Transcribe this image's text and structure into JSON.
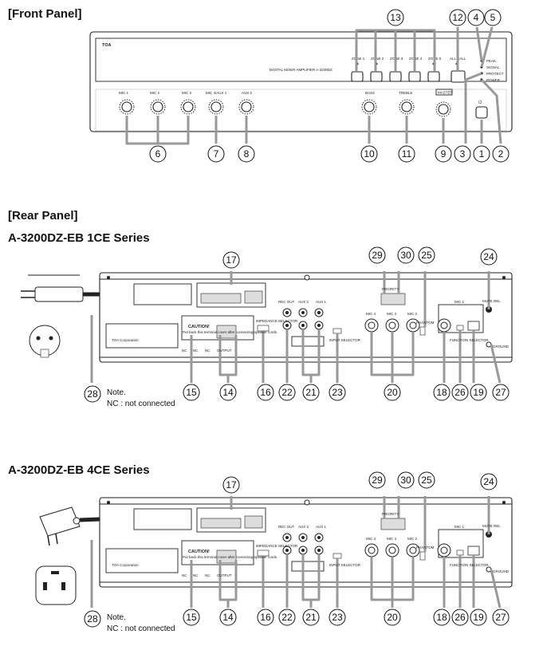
{
  "front_heading": "[Front Panel]",
  "rear_heading": "[Rear Panel]",
  "series_1ce": "A-3200DZ-EB 1CE Series",
  "series_4ce": "A-3200DZ-EB 4CE Series",
  "note_title": "Note.",
  "note_nc": "NC :  not connected",
  "front": {
    "brand": "TOA",
    "model": "DIGITAL MIXER AMPLIFIER  A-3248DZ",
    "zone_labels": [
      "ZONE 1",
      "ZONE 2",
      "ZONE 3",
      "ZONE 4",
      "ZONE 5"
    ],
    "all_call": "ALL CALL",
    "indicators": [
      "PEAK",
      "SIGNAL",
      "PROTECT",
      "POWER"
    ],
    "knob_labels": [
      "MIC 1",
      "MIC 2",
      "MIC 3",
      "MIC 4/AUX 1",
      "AUX 2",
      "BASS",
      "TREBLE",
      "MASTER"
    ],
    "callouts": [
      "13",
      "12",
      "4",
      "5",
      "6",
      "7",
      "8",
      "10",
      "11",
      "9",
      "3",
      "1",
      "2"
    ]
  },
  "rear": {
    "caution": "CAUTION!",
    "caution_text": "Put back this terminal cover after connecting speaker cords.",
    "nc_labels": [
      "NC",
      "NC",
      "NC"
    ],
    "output_label": "OUTPUT",
    "impedance_selector": "IMPEDANCE SELECTOR",
    "input_selector": "INPUT SELECTOR",
    "function_selector": "FUNCTION SELECTOR",
    "phantom": "PHANTOM",
    "mute_label": "MUTE REL",
    "ground_label": "GROUND",
    "rec_out": "REC OUT",
    "aux_labels": [
      "AUX 2",
      "AUX 1"
    ],
    "mic_labels": [
      "MIC 4",
      "MIC 3",
      "MIC 2",
      "MIC 1"
    ],
    "priority_label": "PRIORITY",
    "corp": "TOA Corporation",
    "callouts": [
      "17",
      "29",
      "30",
      "25",
      "24",
      "28",
      "15",
      "14",
      "16",
      "22",
      "21",
      "23",
      "20",
      "18",
      "26",
      "19",
      "27"
    ]
  }
}
